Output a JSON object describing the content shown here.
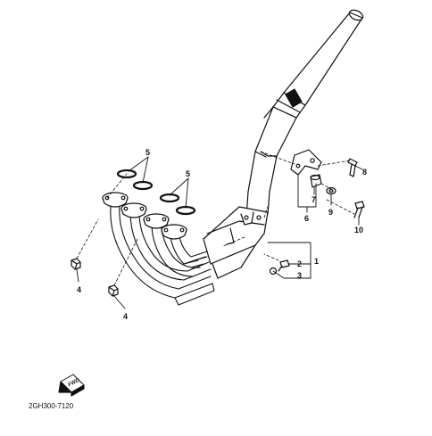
{
  "diagram": {
    "drawing_code": "2GH300-7120",
    "fwd_label": "FWD",
    "callouts": {
      "c1": "1",
      "c2": "2",
      "c3": "3",
      "c4a": "4",
      "c4b": "4",
      "c5a": "5",
      "c5b": "5",
      "c6": "6",
      "c7": "7",
      "c8": "8",
      "c9": "9",
      "c10": "10"
    },
    "colors": {
      "ink": "#111111",
      "paper": "#ffffff"
    }
  }
}
